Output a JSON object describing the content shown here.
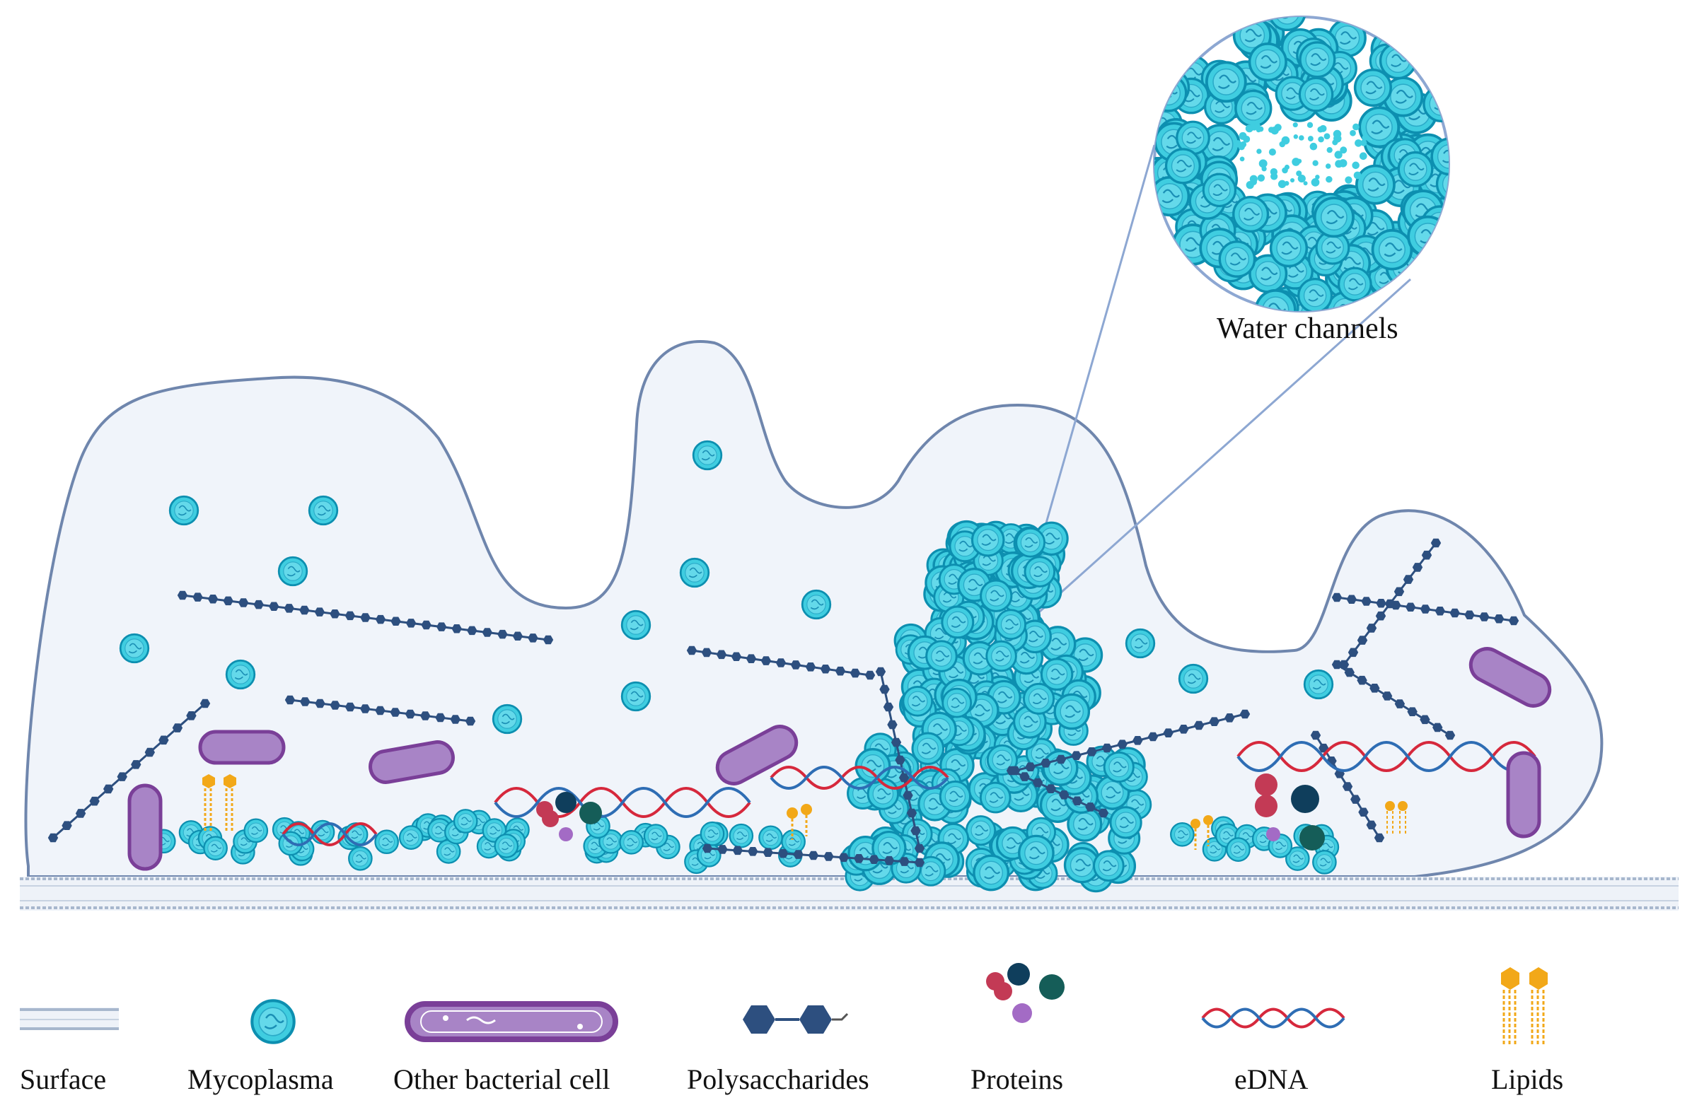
{
  "zoom_label": "Water channels",
  "legend": [
    {
      "key": "surface",
      "label": "Surface",
      "icon": "surface-icon"
    },
    {
      "key": "mycoplasma",
      "label": "Mycoplasma",
      "icon": "mycoplasma-icon"
    },
    {
      "key": "bacteria",
      "label": "Other bacterial cell",
      "icon": "bacterial-cell-icon"
    },
    {
      "key": "polysaccharides",
      "label": "Polysaccharides",
      "icon": "polysaccharide-icon"
    },
    {
      "key": "proteins",
      "label": "Proteins",
      "icon": "protein-icon"
    },
    {
      "key": "edna",
      "label": "eDNA",
      "icon": "edna-icon"
    },
    {
      "key": "lipids",
      "label": "Lipids",
      "icon": "lipid-icon"
    }
  ],
  "colors": {
    "mycoplasma_fill": "#3fcde0",
    "mycoplasma_stroke": "#0d8fb0",
    "matrix_fill": "#f0f4fa",
    "matrix_stroke": "#6f86ad",
    "bacteria_fill": "#a884c6",
    "bacteria_stroke": "#7a3f98",
    "polysaccharide": "#2d4f7f",
    "dna_red": "#d6283c",
    "dna_blue": "#2e6db4",
    "lipid": "#f2a818",
    "surface": "#b8c6d8"
  }
}
